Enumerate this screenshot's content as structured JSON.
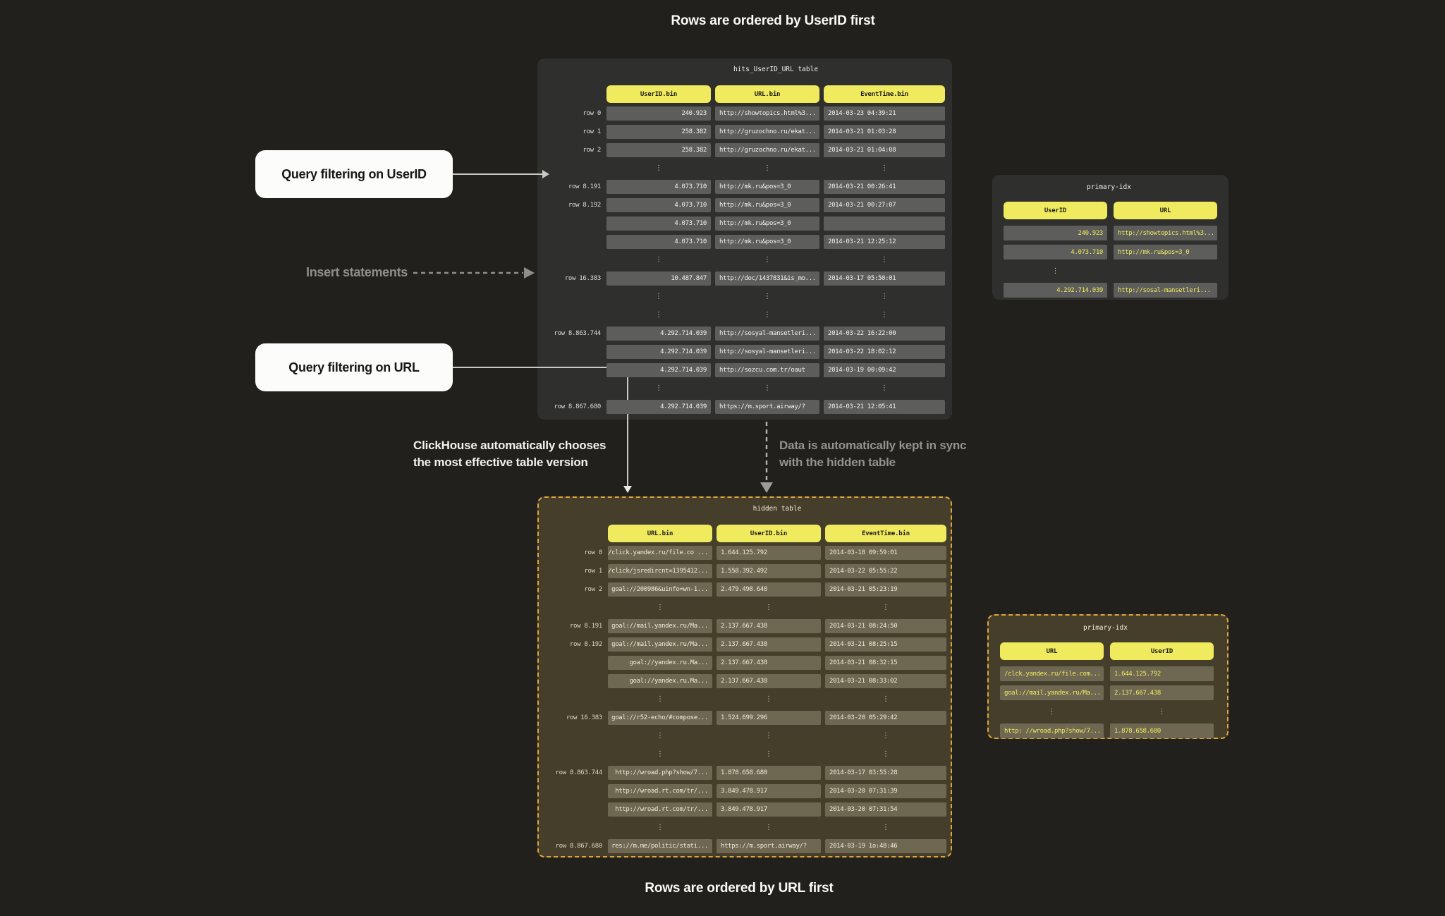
{
  "page": {
    "title_top": "Rows are ordered by UserID first",
    "title_bottom": "Rows are ordered by URL first"
  },
  "callouts": {
    "query_userid": "Query filtering on UserID",
    "insert": "Insert statements",
    "query_url": "Query filtering on URL",
    "chooses_line1": "ClickHouse automatically chooses",
    "chooses_line2": "the most effective table version",
    "sync_line1": "Data is automatically kept in sync",
    "sync_line2": "with the hidden table"
  },
  "colors": {
    "background": "#21201d",
    "panel_dark": "#2f2f2d",
    "panel_olive": "#453e2a",
    "cell_dark": "#5d5d5b",
    "cell_olive": "#6e6853",
    "accent_yellow": "#f0ea5e",
    "border_amber": "#dfa63a",
    "arrow_light": "#c9c9c5",
    "arrow_gray": "#8e8e8a"
  },
  "tables": {
    "main": {
      "title": "hits_UserID_URL table",
      "headers": [
        "UserID.bin",
        "URL.bin",
        "EventTime.bin"
      ],
      "rows": [
        {
          "label": "row 0",
          "cells": [
            "240.923",
            "http://showtopics.html%3...",
            "2014-03-23 04:39:21"
          ]
        },
        {
          "label": "row 1",
          "cells": [
            "258.382",
            "http://gruzochno.ru/ekat...",
            "2014-03-21 01:03:28"
          ]
        },
        {
          "label": "row 2",
          "cells": [
            "258.382",
            "http://gruzochno.ru/ekat...",
            "2014-03-21 01:04:08"
          ]
        },
        {
          "ellipsis": [
            0,
            1,
            2
          ]
        },
        {
          "label": "row 8.191",
          "cells": [
            "4.073.710",
            "http://mk.ru&pos=3_0",
            "2014-03-21 00:26:41"
          ]
        },
        {
          "label": "row 8.192",
          "cells": [
            "4.073.710",
            "http://mk.ru&pos=3_0",
            "2014-03-21 00:27:07"
          ]
        },
        {
          "label": "",
          "cells": [
            "4.073.710",
            "http://mk.ru&pos=3_0",
            ""
          ]
        },
        {
          "label": "",
          "cells": [
            "4.073.710",
            "http://mk.ru&pos=3_0",
            "2014-03-21 12:25:12"
          ]
        },
        {
          "ellipsis": [
            0,
            1,
            2
          ]
        },
        {
          "label": "row 16.383",
          "cells": [
            "10.487.847",
            "http://doc/1437831&is_mo...",
            "2014-03-17 05:50:01"
          ]
        },
        {
          "ellipsis": [
            0,
            1,
            2
          ]
        },
        {
          "ellipsis": [
            0,
            1,
            2
          ]
        },
        {
          "label": "row 8.863.744",
          "cells": [
            "4.292.714.039",
            "http://sosyal-mansetleri...",
            "2014-03-22 16:22:00"
          ]
        },
        {
          "label": "",
          "cells": [
            "4.292.714.039",
            "http://sosyal-mansetleri...",
            "2014-03-22 18:02:12"
          ]
        },
        {
          "label": "",
          "cells": [
            "4.292.714.039",
            "http://sozcu.com.tr/oaut",
            "2014-03-19 00:09:42"
          ]
        },
        {
          "ellipsis": [
            0,
            1,
            2
          ]
        },
        {
          "label": "row 8.867.680",
          "cells": [
            "4.292.714.039",
            "https://m.sport.airway/?",
            "2014-03-21 12:05:41"
          ]
        }
      ]
    },
    "hidden": {
      "title": "hidden table",
      "headers": [
        "URL.bin",
        "UserID.bin",
        "EventTime.bin"
      ],
      "rows": [
        {
          "label": "row 0",
          "cells": [
            "/click.yandex.ru/file.co ...",
            "1.644.125.792",
            "2014-03-18 09:59:01"
          ]
        },
        {
          "label": "row 1",
          "cells": [
            "/click/jsredircnt=1395412...",
            "1.558.392.492",
            "2014-03-22 05:55:22"
          ]
        },
        {
          "label": "row 2",
          "cells": [
            "goal://200986&uinfo=wn-1...",
            "2.479.498.648",
            "2014-03-21 05:23:19"
          ]
        },
        {
          "ellipsis": [
            0,
            1,
            2
          ]
        },
        {
          "label": "row 8.191",
          "cells": [
            "goal://mail.yandex.ru/Ma...",
            "2.137.667.438",
            "2014-03-21 08:24:50"
          ]
        },
        {
          "label": "row 8.192",
          "cells": [
            "goal://mail.yandex.ru/Ma...",
            "2.137.667.438",
            "2014-03-21 08:25:15"
          ]
        },
        {
          "label": "",
          "cells": [
            "goal://yandex.ru.Ma...",
            "2.137.667.438",
            "2014-03-21 08:32:15"
          ]
        },
        {
          "label": "",
          "cells": [
            "goal://yandex.ru.Ma...",
            "2.137.667.438",
            "2014-03-21 08:33:02"
          ]
        },
        {
          "ellipsis": [
            0,
            1,
            2
          ]
        },
        {
          "label": "row 16.383",
          "cells": [
            "goal://r52-echo/#compose...",
            "1.524.699.296",
            "2014-03-20 05:29:42"
          ]
        },
        {
          "ellipsis": [
            0,
            1,
            2
          ]
        },
        {
          "ellipsis": [
            0,
            1,
            2
          ]
        },
        {
          "label": "row 8.863.744",
          "cells": [
            "http://wroad.php?show/7...",
            "1.878.658.680",
            "2014-03-17 03:55:28"
          ]
        },
        {
          "label": "",
          "cells": [
            "http://wroad.rt.com/tr/...",
            "3.849.478.917",
            "2014-03-20 07:31:39"
          ]
        },
        {
          "label": "",
          "cells": [
            "http://wroad.rt.com/tr/...",
            "3.849.478.917",
            "2014-03-20 07:31:54"
          ]
        },
        {
          "ellipsis": [
            0,
            1,
            2
          ]
        },
        {
          "label": "row 8.867.680",
          "cells": [
            "res://m.me/politic/stati...",
            "https://m.sport.airway/?",
            "2014-03-19 1o:48:46"
          ]
        }
      ]
    },
    "idx_main": {
      "title": "primary-idx",
      "headers": [
        "UserID",
        "URL"
      ],
      "rows": [
        {
          "label": "",
          "cells": [
            "240.923",
            "http://showtopics.html%3..."
          ]
        },
        {
          "label": "",
          "cells": [
            "4.073.710",
            "http://mk.ru&pos=3_0"
          ]
        },
        {
          "ellipsis": [
            0
          ]
        },
        {
          "label": "",
          "cells": [
            "4.292.714.039",
            "http://sosal-mansetleri..."
          ]
        }
      ]
    },
    "idx_hidden": {
      "title": "primary-idx",
      "headers": [
        "URL",
        "UserID"
      ],
      "rows": [
        {
          "label": "",
          "cells": [
            "/clck.yandex.ru/file.com...",
            "1.644.125.792"
          ]
        },
        {
          "label": "",
          "cells": [
            "goal://mail.yandex.ru/Ma...",
            "2.137.667.438"
          ]
        },
        {
          "ellipsis": [
            0,
            1
          ]
        },
        {
          "label": "",
          "cells": [
            "http: //wroad.php?show/7...",
            "1.878.658.680"
          ]
        }
      ]
    }
  }
}
